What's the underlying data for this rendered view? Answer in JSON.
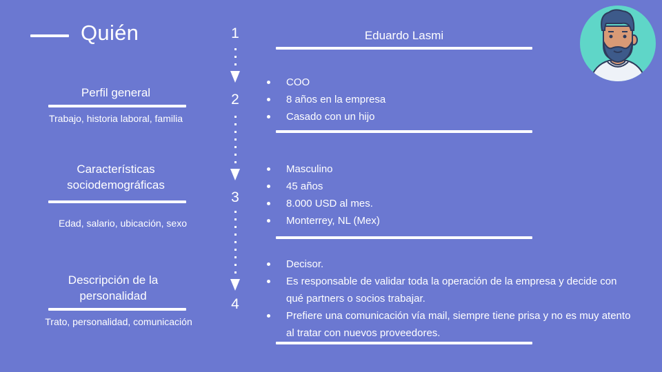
{
  "header": {
    "title": "Quién",
    "persona_name": "Eduardo Lasmi"
  },
  "sections": [
    {
      "title_lines": [
        "Perfil general"
      ],
      "subtitle": "Trabajo, historia laboral, familia",
      "number": "2",
      "items": [
        "COO",
        "8 años en la empresa",
        "Casado con un hijo"
      ]
    },
    {
      "title_lines": [
        "Características",
        "sociodemográficas"
      ],
      "subtitle": "Edad, salario, ubicación, sexo",
      "number": "3",
      "items": [
        "Masculino",
        "45 años",
        "8.000 USD al mes.",
        "Monterrey, NL (Mex)"
      ]
    },
    {
      "title_lines": [
        "Descripción de la",
        "personalidad"
      ],
      "subtitle": "Trato, personalidad, comunicación",
      "number": "4",
      "items": [
        "Decisor.",
        "Es responsable de validar toda la operación de la empresa y decide con qué partners o socios trabajar.",
        "Prefiere una comunicación vía mail, siempre tiene prisa y no es muy atento al tratar con nuevos proveedores."
      ]
    }
  ],
  "timeline": {
    "first_number": "1"
  },
  "avatar": {
    "icon": "bearded-man-avatar-icon",
    "bg_color": "#5fd6c8",
    "hair_color": "#3d5a8a",
    "skin_color": "#d99a76"
  },
  "colors": {
    "background": "#6b78d1",
    "foreground": "#ffffff"
  }
}
